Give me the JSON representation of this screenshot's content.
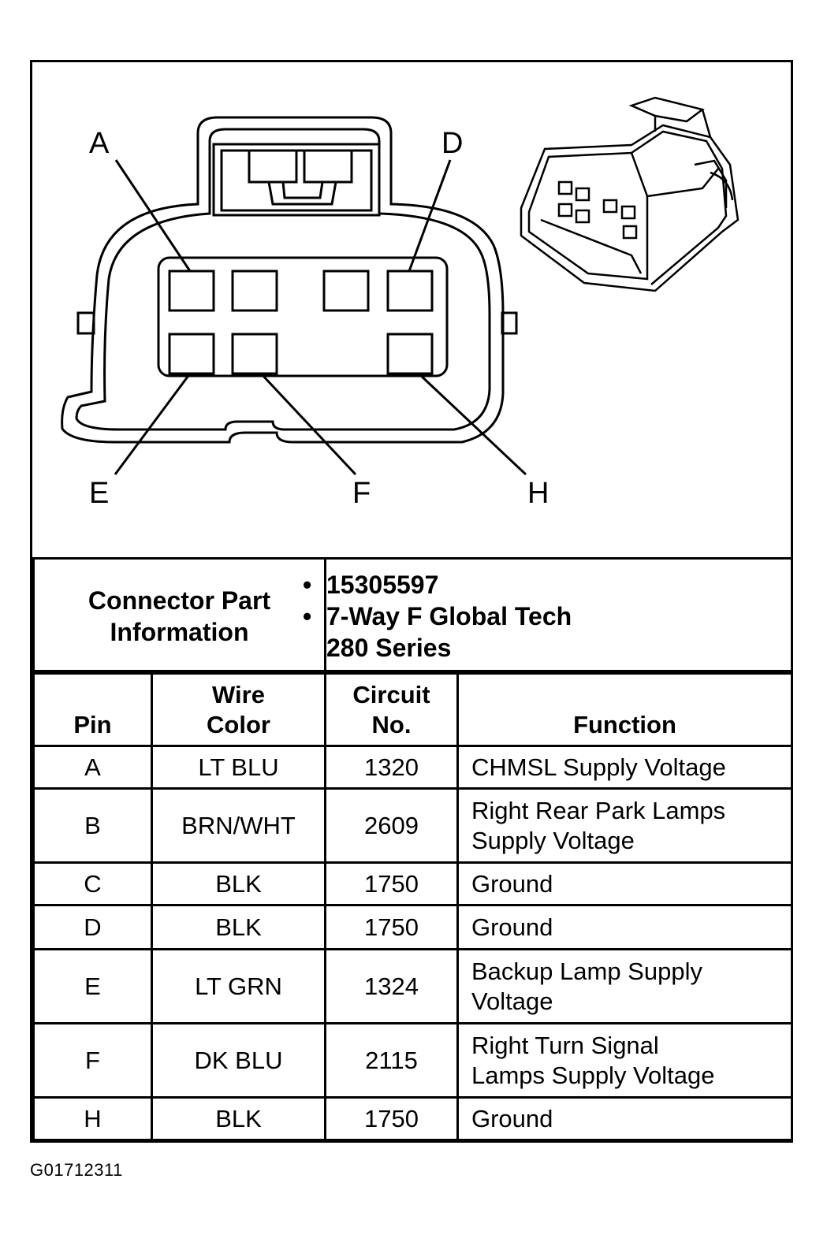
{
  "labels": {
    "A": "A",
    "D": "D",
    "E": "E",
    "F": "F",
    "H": "H"
  },
  "connector_info": {
    "label_line1": "Connector Part",
    "label_line2": "Information",
    "items": [
      "15305597",
      "7-Way F Global Tech"
    ],
    "item2_cont": "280 Series",
    "bullet": "•"
  },
  "table": {
    "headers": {
      "pin": "Pin",
      "wire_line1": "Wire",
      "wire_line2": "Color",
      "circuit_line1": "Circuit",
      "circuit_line2": "No.",
      "function": "Function"
    },
    "rows": [
      {
        "pin": "A",
        "color": "LT BLU",
        "circuit": "1320",
        "f1": "CHMSL Supply Voltage",
        "f2": ""
      },
      {
        "pin": "B",
        "color": "BRN/WHT",
        "circuit": "2609",
        "f1": "Right Rear Park Lamps",
        "f2": "Supply Voltage"
      },
      {
        "pin": "C",
        "color": "BLK",
        "circuit": "1750",
        "f1": "Ground",
        "f2": ""
      },
      {
        "pin": "D",
        "color": "BLK",
        "circuit": "1750",
        "f1": "Ground",
        "f2": ""
      },
      {
        "pin": "E",
        "color": "LT GRN",
        "circuit": "1324",
        "f1": "Backup Lamp Supply",
        "f2": "Voltage"
      },
      {
        "pin": "F",
        "color": "DK BLU",
        "circuit": "2115",
        "f1": "Right Turn Signal",
        "f2": "Lamps Supply Voltage"
      },
      {
        "pin": "H",
        "color": "BLK",
        "circuit": "1750",
        "f1": "Ground",
        "f2": ""
      }
    ]
  },
  "figure_code": "G01712311"
}
